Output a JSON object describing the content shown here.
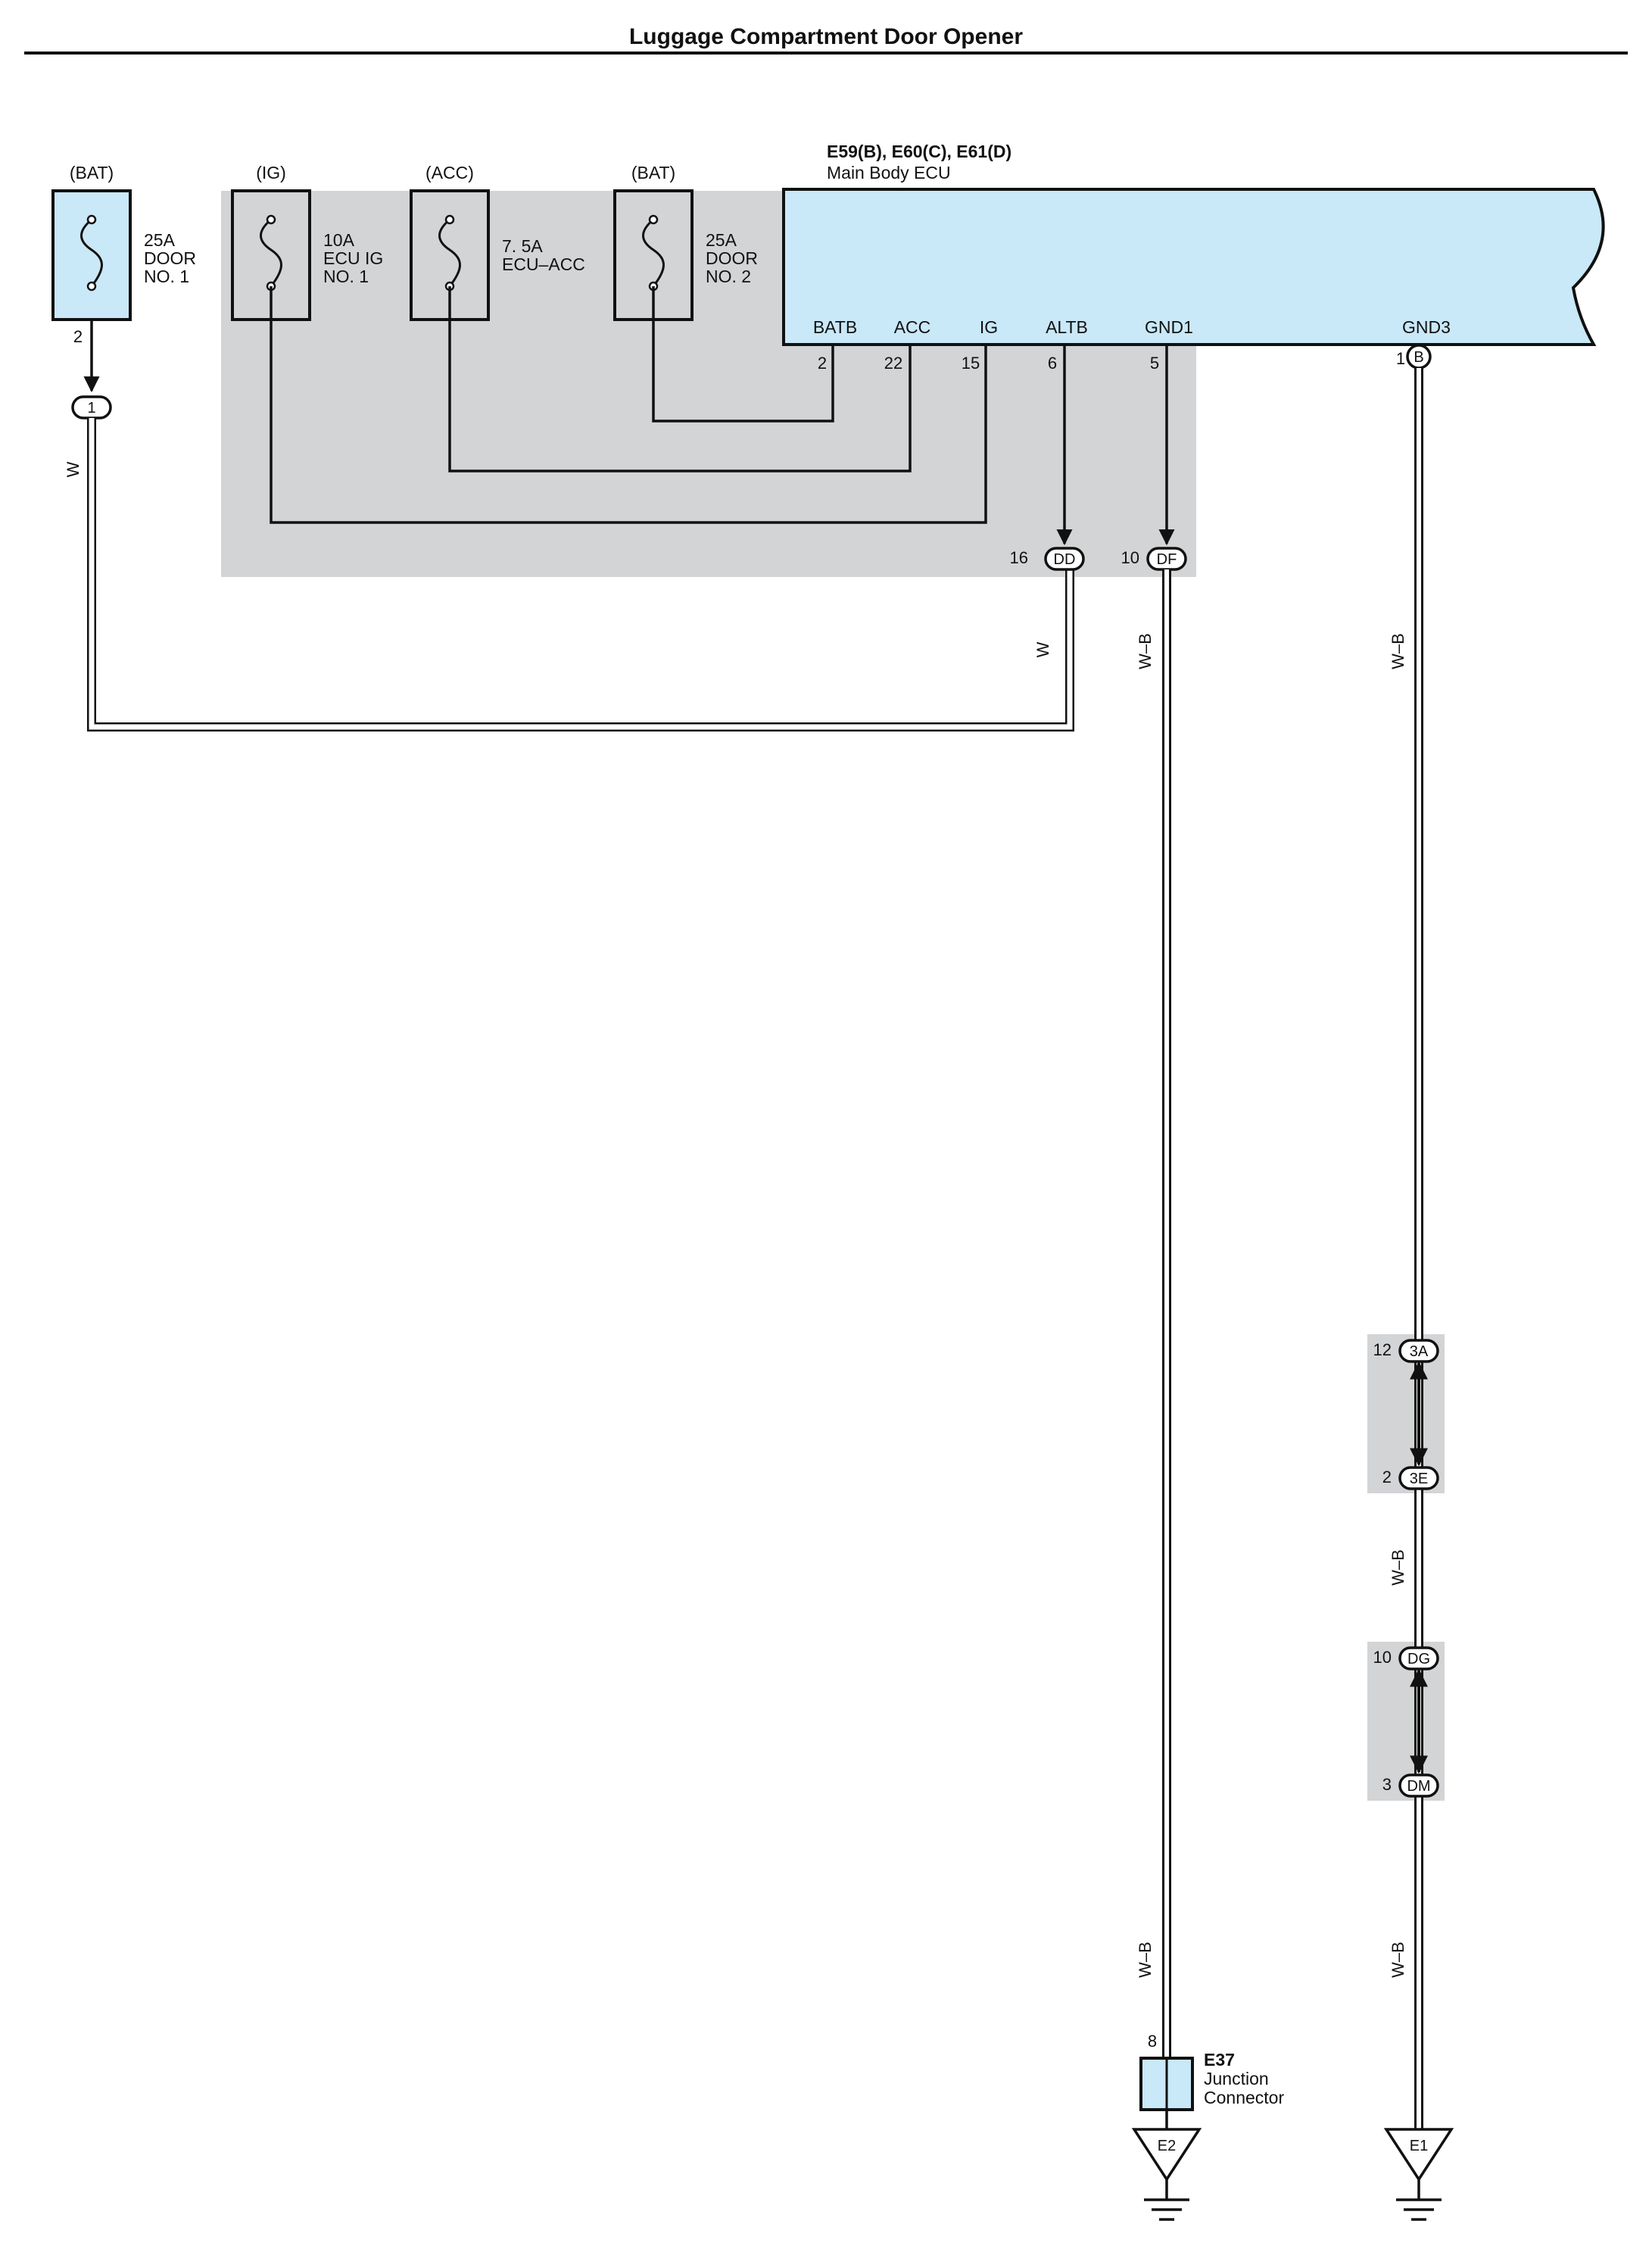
{
  "title": "Luggage Compartment Door Opener",
  "ecu": {
    "code": "E59(B), E60(C), E61(D)",
    "name": "Main Body ECU",
    "terminals": [
      "BATB",
      "ACC",
      "IG",
      "ALTB",
      "GND1",
      "GND3"
    ],
    "pins": [
      "2",
      "22",
      "15",
      "6",
      "5",
      "1"
    ],
    "gnd3_connector": "B"
  },
  "fuses": [
    {
      "source": "(BAT)",
      "line1": "25A",
      "line2": "DOOR",
      "line3": "NO. 1"
    },
    {
      "source": "(IG)",
      "line1": "10A",
      "line2": "ECU IG",
      "line3": "NO. 1"
    },
    {
      "source": "(ACC)",
      "line1": "7. 5A",
      "line2": "ECU–ACC",
      "line3": ""
    },
    {
      "source": "(BAT)",
      "line1": "25A",
      "line2": "DOOR",
      "line3": "NO. 2"
    }
  ],
  "fuse1_pin": "2",
  "fuse1_connector": "1",
  "connectors": {
    "dd": {
      "pin": "16",
      "label": "DD"
    },
    "df": {
      "pin": "10",
      "label": "DF"
    },
    "c3a": {
      "pin": "12",
      "label": "3A"
    },
    "c3e": {
      "pin": "2",
      "label": "3E"
    },
    "cdg": {
      "pin": "10",
      "label": "DG"
    },
    "cdm": {
      "pin": "3",
      "label": "DM"
    }
  },
  "wire_colors": {
    "w": "W",
    "wb": "W–B"
  },
  "junction": {
    "code": "E37",
    "line1": "Junction",
    "line2": "Connector",
    "pin": "8"
  },
  "grounds": {
    "e2": "E2",
    "e1": "E1"
  },
  "colors": {
    "component_fill": "#c9e8f8",
    "shade": "#d3d4d6",
    "wire": "#111111"
  }
}
